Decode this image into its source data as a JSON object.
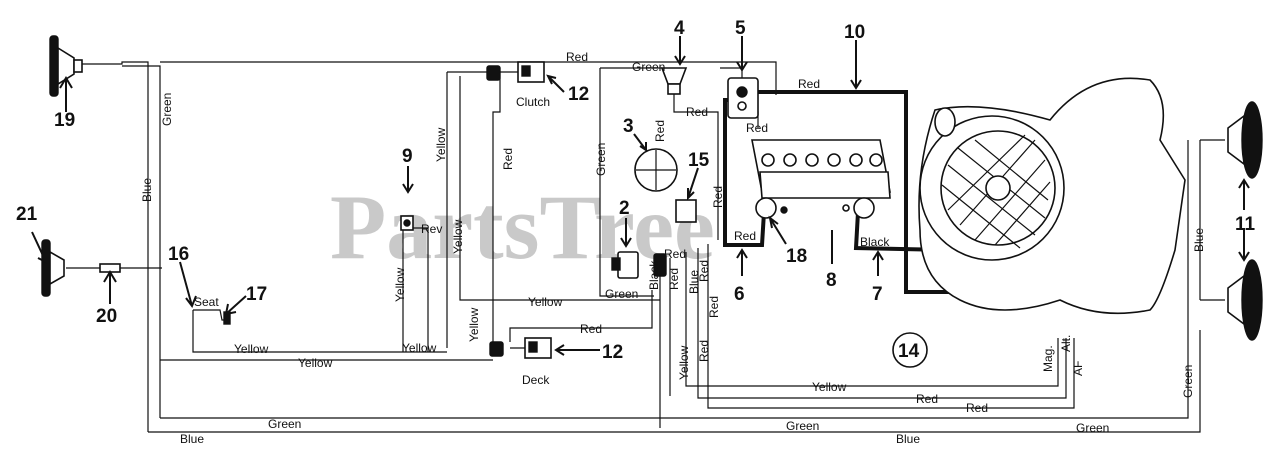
{
  "watermark": "PartsTree",
  "part_numbers": {
    "n2": "2",
    "n3": "3",
    "n4": "4",
    "n5": "5",
    "n6": "6",
    "n7": "7",
    "n8": "8",
    "n9": "9",
    "n10": "10",
    "n11": "11",
    "n12a": "12",
    "n12b": "12",
    "n14": "14",
    "n15": "15",
    "n16": "16",
    "n17": "17",
    "n18": "18",
    "n19": "19",
    "n20": "20",
    "n21": "21"
  },
  "labels": {
    "clutch": "Clutch",
    "deck": "Deck",
    "seat": "Seat",
    "rev": "Rev",
    "mag": "Mag.",
    "alt": "Alt.",
    "af": "AF"
  },
  "wires": {
    "red": "Red",
    "green": "Green",
    "blue": "Blue",
    "yellow": "Yellow",
    "black": "Black"
  }
}
